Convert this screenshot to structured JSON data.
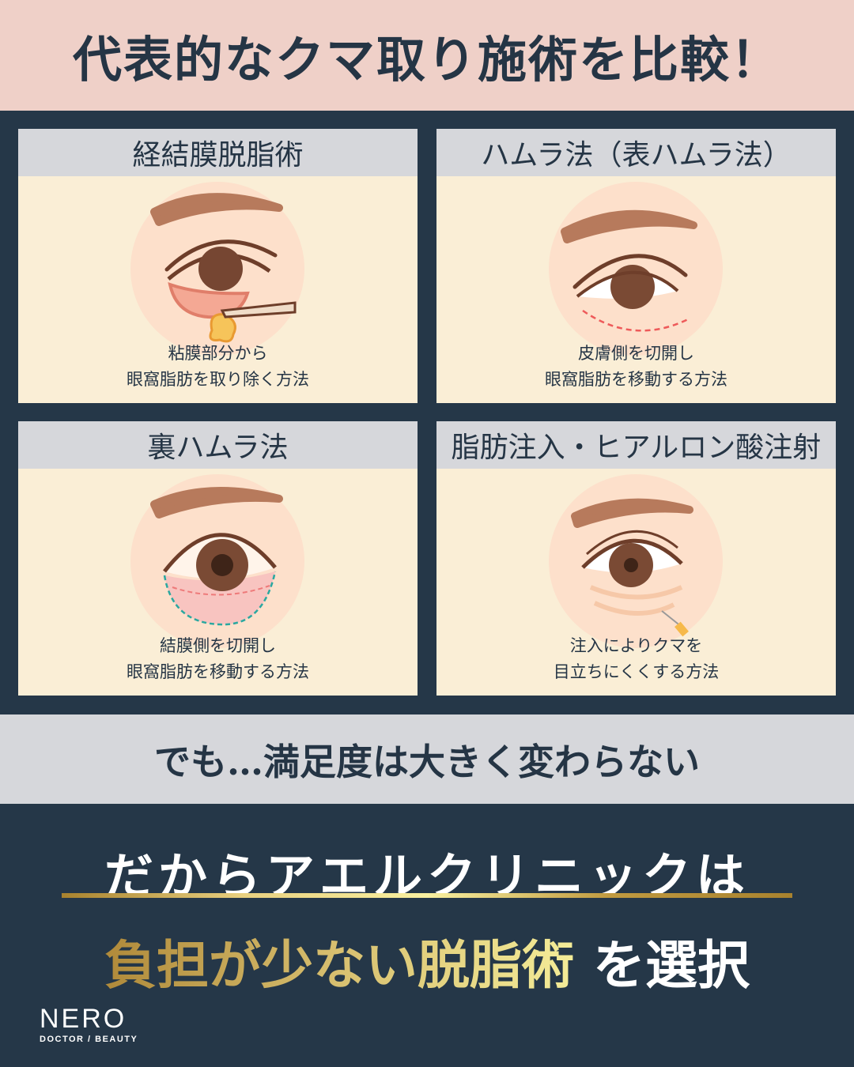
{
  "header": {
    "title": "代表的なクマ取り施術を比較！"
  },
  "cards": [
    {
      "title": "経結膜脱脂術",
      "caption1": "粘膜部分から",
      "caption2": "眼窩脂肪を取り除く方法"
    },
    {
      "title": "ハムラ法（表ハムラ法）",
      "caption1": "皮膚側を切開し",
      "caption2": "眼窩脂肪を移動する方法"
    },
    {
      "title": "裏ハムラ法",
      "caption1": "結膜側を切開し",
      "caption2": "眼窩脂肪を移動する方法"
    },
    {
      "title": "脂肪注入・ヒアルロン酸注射",
      "caption1": "注入によりクマを",
      "caption2": "目立ちにくくする方法"
    }
  ],
  "banner": {
    "text": "でも…満足度は大きく変わらない"
  },
  "conclusion": {
    "line1": "だからアエルクリニックは",
    "highlight": "負担が少ない脱脂術",
    "suffix": "を選択"
  },
  "logo": {
    "main": "NERO",
    "sub": "DOCTOR / BEAUTY"
  },
  "colors": {
    "header_bg": "#efd0c8",
    "body_bg": "#253748",
    "card_bg": "#faeed6",
    "card_head": "#d6d7db",
    "gold": "#d8c070"
  }
}
